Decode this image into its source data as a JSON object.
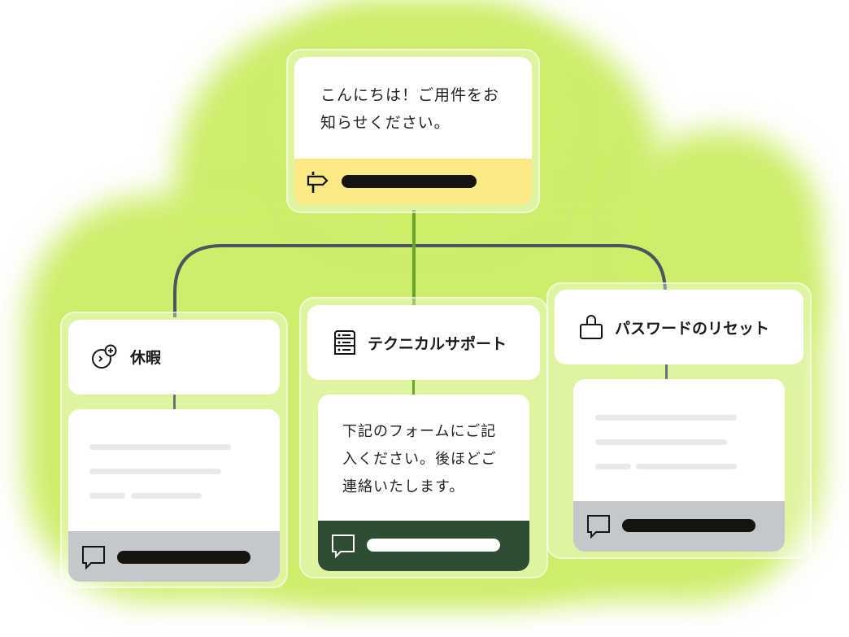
{
  "colors": {
    "cloud": "#cdee6a",
    "top_footer": "#fce884",
    "dark_green_footer": "#2f4d33",
    "gray_footer": "#c4c7cb",
    "line_green": "#6aa329",
    "line_gray": "#4a5560",
    "bar_dark": "#15140f",
    "skeleton": "#e8e9eb"
  },
  "top_card": {
    "message_line1": "こんにちは！ご用件をお",
    "message_line2": "知らせください。",
    "footer_icon": "signpost-icon"
  },
  "branches": [
    {
      "title": "休暇",
      "icon": "clock-plus-icon",
      "body": "skeleton",
      "footer_icon": "chat-bubble-icon",
      "footer_style": "gray"
    },
    {
      "title": "テクニカルサポート",
      "icon": "server-list-icon",
      "body_line1": "下記のフォームにご記",
      "body_line2": "入ください。後ほどご",
      "body_line3": "連絡いたします。",
      "footer_icon": "chat-bubble-icon",
      "footer_style": "dark-green"
    },
    {
      "title": "パスワードのリセット",
      "icon": "lock-icon",
      "body": "skeleton",
      "footer_icon": "chat-bubble-icon",
      "footer_style": "gray"
    }
  ]
}
